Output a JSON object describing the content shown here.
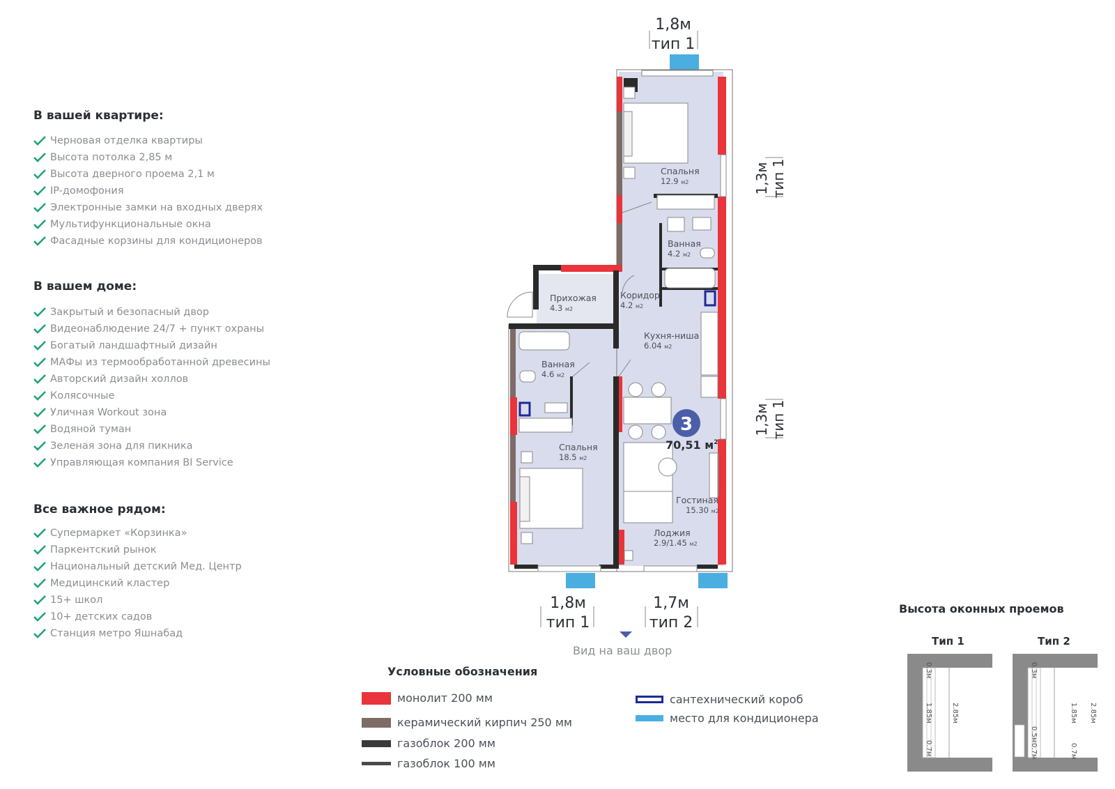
{
  "apartment": {
    "section_titles": [
      "В вашей квартире:",
      "В вашем доме:",
      "Все важное рядом:"
    ],
    "in_apartment": [
      "Черновая отделка квартиры",
      "Высота потолка 2,85 м",
      "Высота дверного проема 2,1 м",
      "IP-домофония",
      "Электронные замки на входных дверях",
      "Мультифункциональные окна",
      "Фасадные корзины для кондиционеров"
    ],
    "in_house": [
      "Закрытый и безопасный двор",
      "Видеонаблюдение 24/7 + пункт охраны",
      "Богатый ландшафтный дизайн",
      "МАФы из термообработанной древесины",
      "Авторский дизайн холлов",
      "Колясочные",
      "Уличная Workout зона",
      "Водяной туман",
      "Зеленая зона для пикника",
      "Управляющая компания BI Service"
    ],
    "nearby": [
      "Супермаркет «Корзинка»",
      "Паркентский рынок",
      "Национальный детский Мед. Центр",
      "Медицинский кластер",
      "15+ школ",
      "10+ детских садов",
      "Станция метро Яшнабад"
    ]
  },
  "plan": {
    "rooms": [
      {
        "name": "Спальня",
        "area": "12.9",
        "unit": "м2"
      },
      {
        "name": "Ванная",
        "area": "4.2",
        "unit": "м2"
      },
      {
        "name": "Прихожая",
        "area": "4.3",
        "unit": "м2"
      },
      {
        "name": "Коридор",
        "area": "4.2",
        "unit": "м2"
      },
      {
        "name": "Кухня-ниша",
        "area": "6.04",
        "unit": "м2"
      },
      {
        "name": "Ванная",
        "area": "4.6",
        "unit": "м2"
      },
      {
        "name": "Спальня",
        "area": "18.5",
        "unit": "м2"
      },
      {
        "name": "Гостиная",
        "area": "15.30",
        "unit": "м2"
      },
      {
        "name": "Лоджия",
        "area": "2.9/1.45",
        "unit": "м2"
      }
    ],
    "room_count": "3",
    "total_area": "70,51 м",
    "total_area_sup": "2",
    "windows": [
      {
        "size": "1,8м",
        "type": "тип 1"
      },
      {
        "size": "1,3м",
        "type": "тип 1"
      },
      {
        "size": "1,3м",
        "type": "тип 1"
      },
      {
        "size": "1,8м",
        "type": "тип 1"
      },
      {
        "size": "1,7м",
        "type": "тип 2"
      }
    ],
    "view_label": "Вид на ваш двор"
  },
  "legend": {
    "title": "Условные обозначения",
    "items": [
      {
        "label": "монолит 200 мм",
        "color": "#e8343a"
      },
      {
        "label": "керамический кирпич 250 мм",
        "color": "#7d6b66"
      },
      {
        "label": "газоблок 200 мм",
        "color": "#3a3a3a"
      },
      {
        "label": "газоблок 100 мм",
        "color": "#4a4a4a"
      },
      {
        "label": "сантехнический короб",
        "color": "#1a2a9a"
      },
      {
        "label": "место для кондиционера",
        "color": "#4aaee0"
      }
    ]
  },
  "window_heights": {
    "title": "Высота оконных проемов",
    "type1": {
      "name": "Тип 1",
      "dims": [
        "0.3м",
        "1.85м",
        "0.7м",
        "2.85м"
      ]
    },
    "type2": {
      "name": "Тип 2",
      "dims": [
        "0.3м",
        "1.85м",
        "0.5м",
        "0.7м",
        "0.7м",
        "2.85м"
      ]
    }
  },
  "colors": {
    "check": "#1fa37a",
    "floor": "#d9dcec",
    "monolith": "#e8343a",
    "brick": "#7d6b66",
    "ac": "#4aaee0",
    "badge": "#4a5fa8"
  }
}
